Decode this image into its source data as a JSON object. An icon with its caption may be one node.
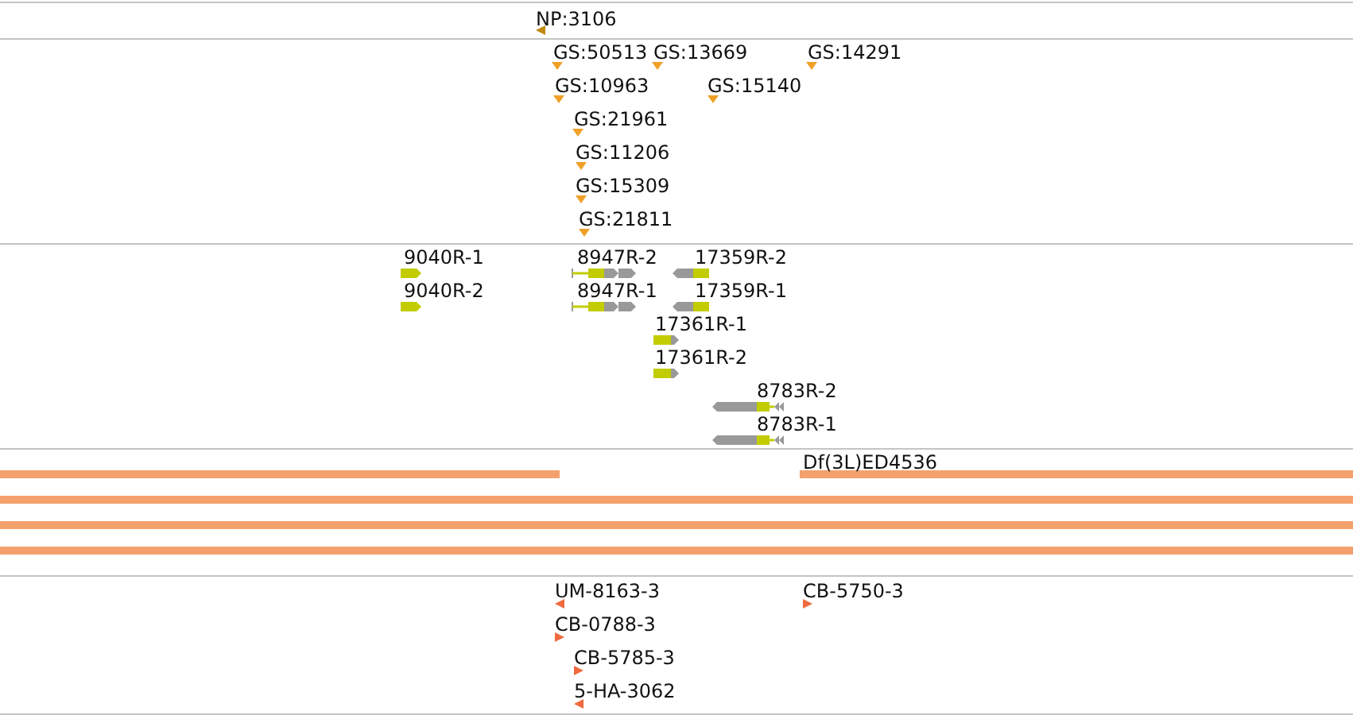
{
  "diagram": {
    "labels": [
      "NP:3106",
      "GS:50513",
      "GS:13669",
      "GS:14291",
      "GS:10963",
      "GS:15140",
      "GS:21961",
      "GS:11206",
      "GS:15309",
      "GS:21811",
      "9040R-1",
      "8947R-2",
      "17359R-2",
      "9040R-2",
      "8947R-1",
      "17359R-1",
      "17361R-1",
      "17361R-2",
      "8783R-2",
      "8783R-1",
      "Df(3L)ED4536",
      "UM-8163-3",
      "CB-5750-3",
      "CB-0788-3",
      "CB-5785-3",
      "5-HA-3062"
    ]
  }
}
